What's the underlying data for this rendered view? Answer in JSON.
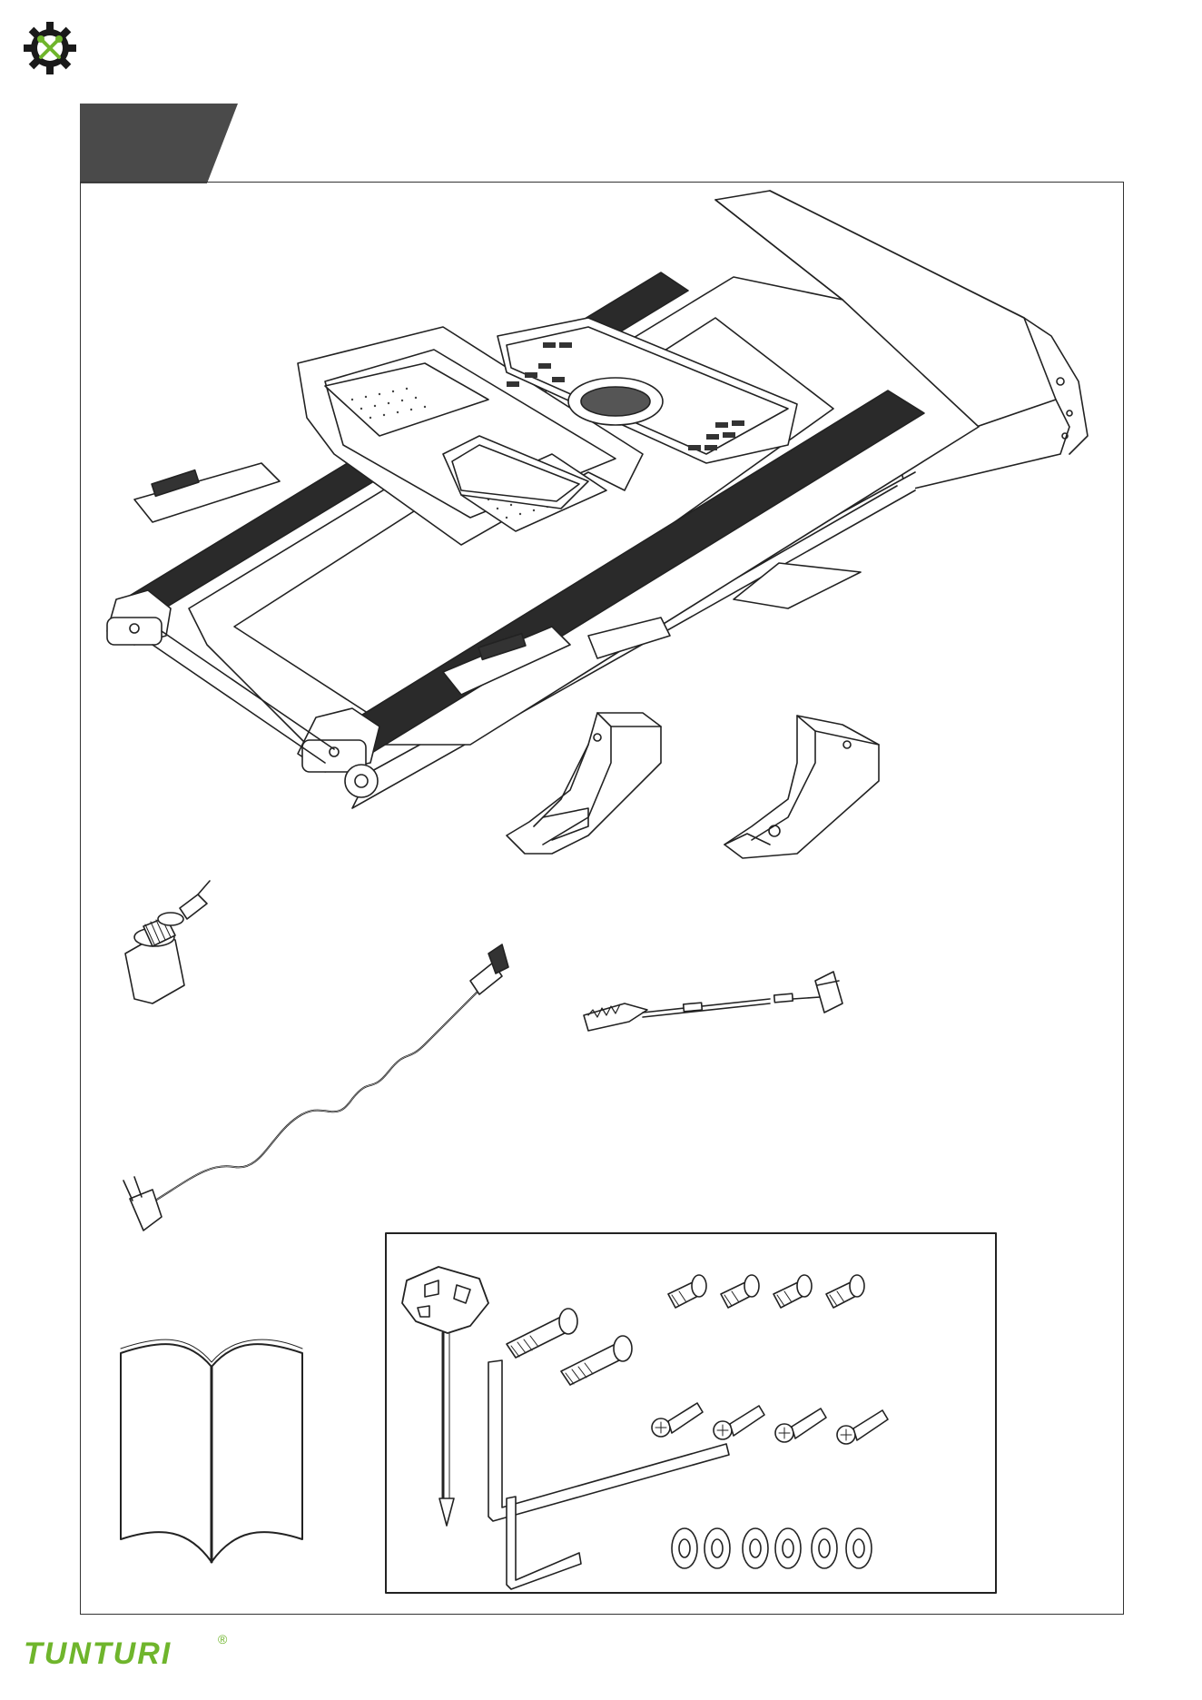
{
  "header": {
    "logo_icon": "gear-wrench-icon",
    "tab_color": "#4a4a4a"
  },
  "parts": [
    {
      "name": "treadmill-frame"
    },
    {
      "name": "left-upright-cover"
    },
    {
      "name": "right-upright-cover"
    },
    {
      "name": "lubricant-bottle"
    },
    {
      "name": "power-cord"
    },
    {
      "name": "safety-key-clip"
    },
    {
      "name": "owners-manual"
    },
    {
      "name": "hardware-pack"
    }
  ],
  "hardware": {
    "tools": [
      "multi-wrench-screwdriver",
      "large-allen-key",
      "small-allen-key"
    ],
    "long_bolts": 2,
    "short_bolts": 4,
    "screws": 4,
    "washers": 6
  },
  "footer": {
    "brand": "TUNTURI",
    "registered": "®",
    "brand_color": "#6fb52c"
  }
}
